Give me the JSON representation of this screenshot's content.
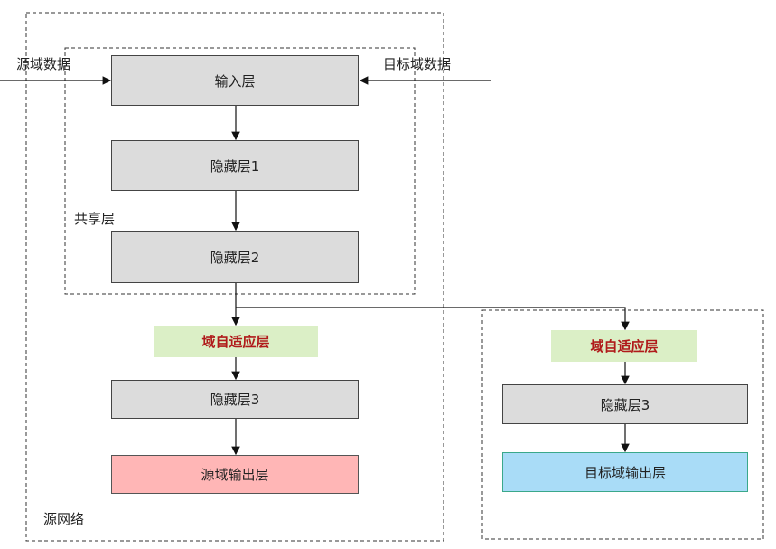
{
  "source_network": {
    "label": "源网络",
    "shared_label": "共享层",
    "input_source": "源域数据",
    "input_target": "目标域数据",
    "layers": {
      "input": "输入层",
      "hidden1": "隐藏层1",
      "hidden2": "隐藏层2",
      "domain_adapt": "域自适应层",
      "hidden3": "隐藏层3",
      "output": "源域输出层"
    }
  },
  "target_network": {
    "layers": {
      "domain_adapt": "域自适应层",
      "hidden3": "隐藏层3",
      "output": "目标域输出层"
    }
  },
  "colors": {
    "gray": "#dcdcdc",
    "green": "#dbefc6",
    "red_text": "#b01a1a",
    "pink": "#ffb6b6",
    "blue": "#a9dcf7"
  }
}
